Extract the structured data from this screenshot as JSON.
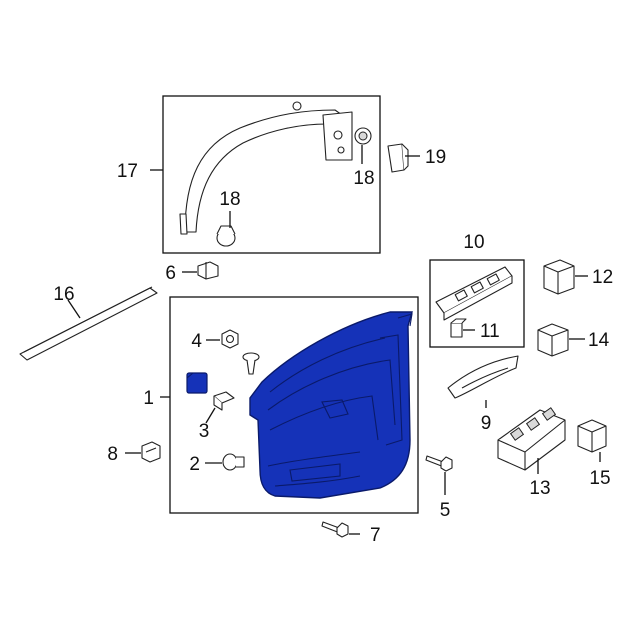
{
  "callouts": {
    "c1": "1",
    "c2": "2",
    "c3": "3",
    "c4": "4",
    "c5": "5",
    "c6": "6",
    "c7": "7",
    "c8": "8",
    "c9": "9",
    "c10": "10",
    "c11": "11",
    "c12": "12",
    "c13": "13",
    "c14": "14",
    "c15": "15",
    "c16": "16",
    "c17": "17",
    "c18a": "18",
    "c18b": "18",
    "c19": "19"
  },
  "colors": {
    "highlight": "#1532b8",
    "line": "#111111",
    "background": "#ffffff"
  }
}
